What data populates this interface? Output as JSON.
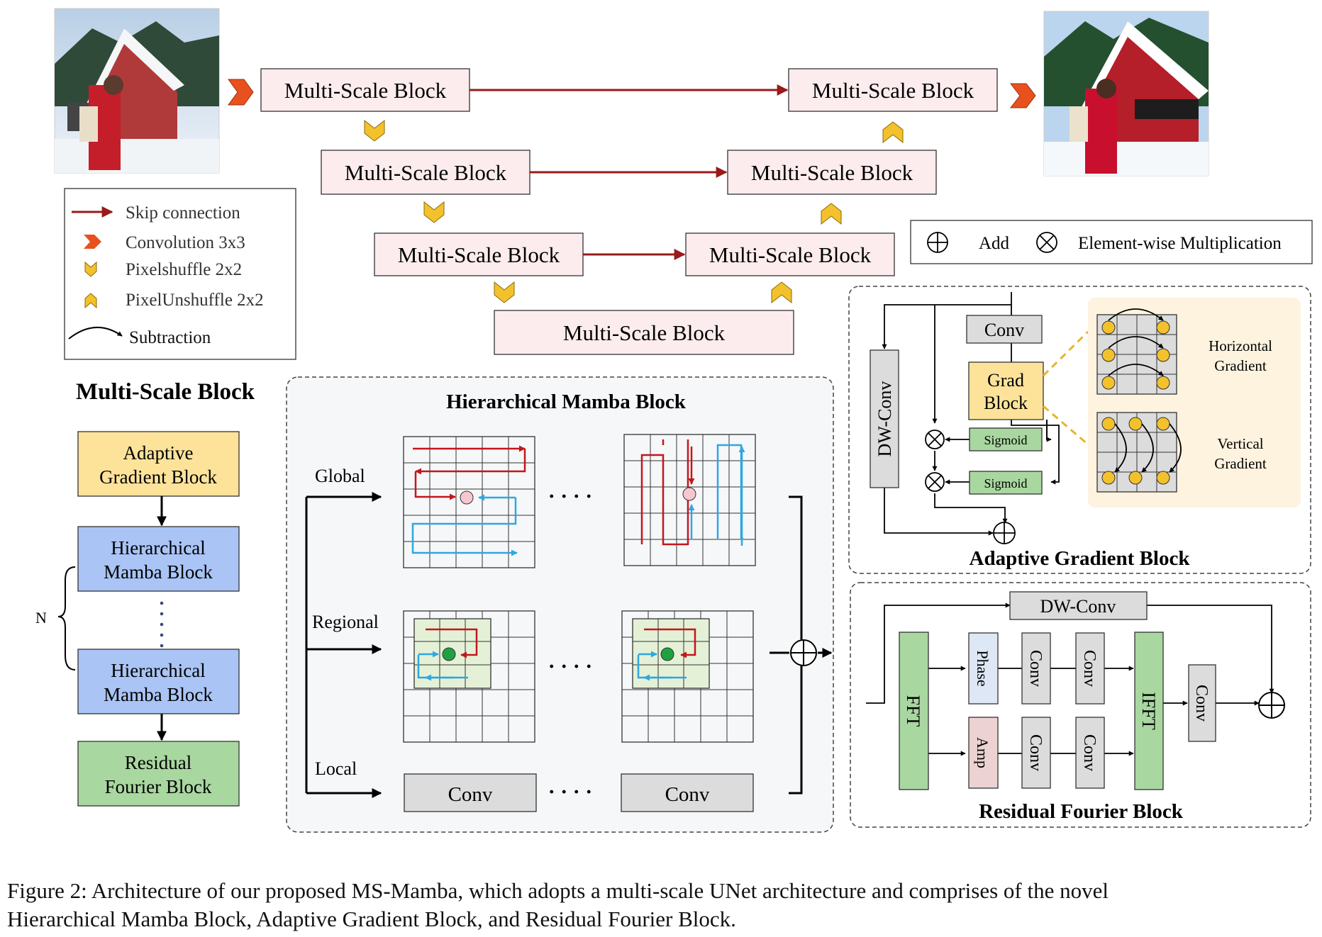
{
  "unet": {
    "block_label": "Multi-Scale Block"
  },
  "legend": {
    "skip": "Skip connection",
    "conv": "Convolution 3x3",
    "pixelshuffle": "Pixelshuffle 2x2",
    "pixelunshuffle": "PixelUnshuffle 2x2",
    "subtraction": "Subtraction"
  },
  "ops": {
    "add": "Add",
    "mult": "Element-wise Multiplication"
  },
  "msb": {
    "title": "Multi-Scale Block",
    "agb": [
      "Adaptive",
      "Gradient Block"
    ],
    "hmb": [
      "Hierarchical",
      "Mamba Block"
    ],
    "rfb": [
      "Residual",
      "Fourier Block"
    ],
    "n": "N"
  },
  "hmb": {
    "title": "Hierarchical Mamba Block",
    "global": "Global",
    "regional": "Regional",
    "local": "Local",
    "conv": "Conv",
    "dots": "· · · ·"
  },
  "agb": {
    "title": "Adaptive Gradient Block",
    "dwconv": "DW-Conv",
    "conv": "Conv",
    "grad": [
      "Grad",
      "Block"
    ],
    "sigmoid": "Sigmoid",
    "hgrad": [
      "Horizontal",
      "Gradient"
    ],
    "vgrad": [
      "Vertical",
      "Gradient"
    ]
  },
  "rfb": {
    "title": "Residual Fourier Block",
    "dwconv": "DW-Conv",
    "fft": "FFT",
    "ifft": "IFFT",
    "phase": "Phase",
    "amp": "Amp",
    "conv": "Conv"
  },
  "caption": {
    "line1": "Figure 2: Architecture of our proposed MS-Mamba, which adopts a multi-scale UNet architecture and comprises of the novel",
    "line2": "Hierarchical Mamba Block, Adaptive Gradient Block, and Residual Fourier Block."
  },
  "colors": {
    "pink": "#fcecee",
    "yellow": "#fde39a",
    "blue": "#a9c4f5",
    "green": "#a9d7a0",
    "gray": "#dcdcdc",
    "darkred": "#9b1a1a",
    "red": "#c2171b",
    "cyan": "#2ea7e0",
    "orange": "#e8511e",
    "gold": "#f3c12b",
    "lightgreen": "#e4f1d7",
    "phase": "#dde7f5",
    "amp": "#ecd2d2",
    "panel": "#f6f7f9",
    "peach": "#fdf3df"
  }
}
